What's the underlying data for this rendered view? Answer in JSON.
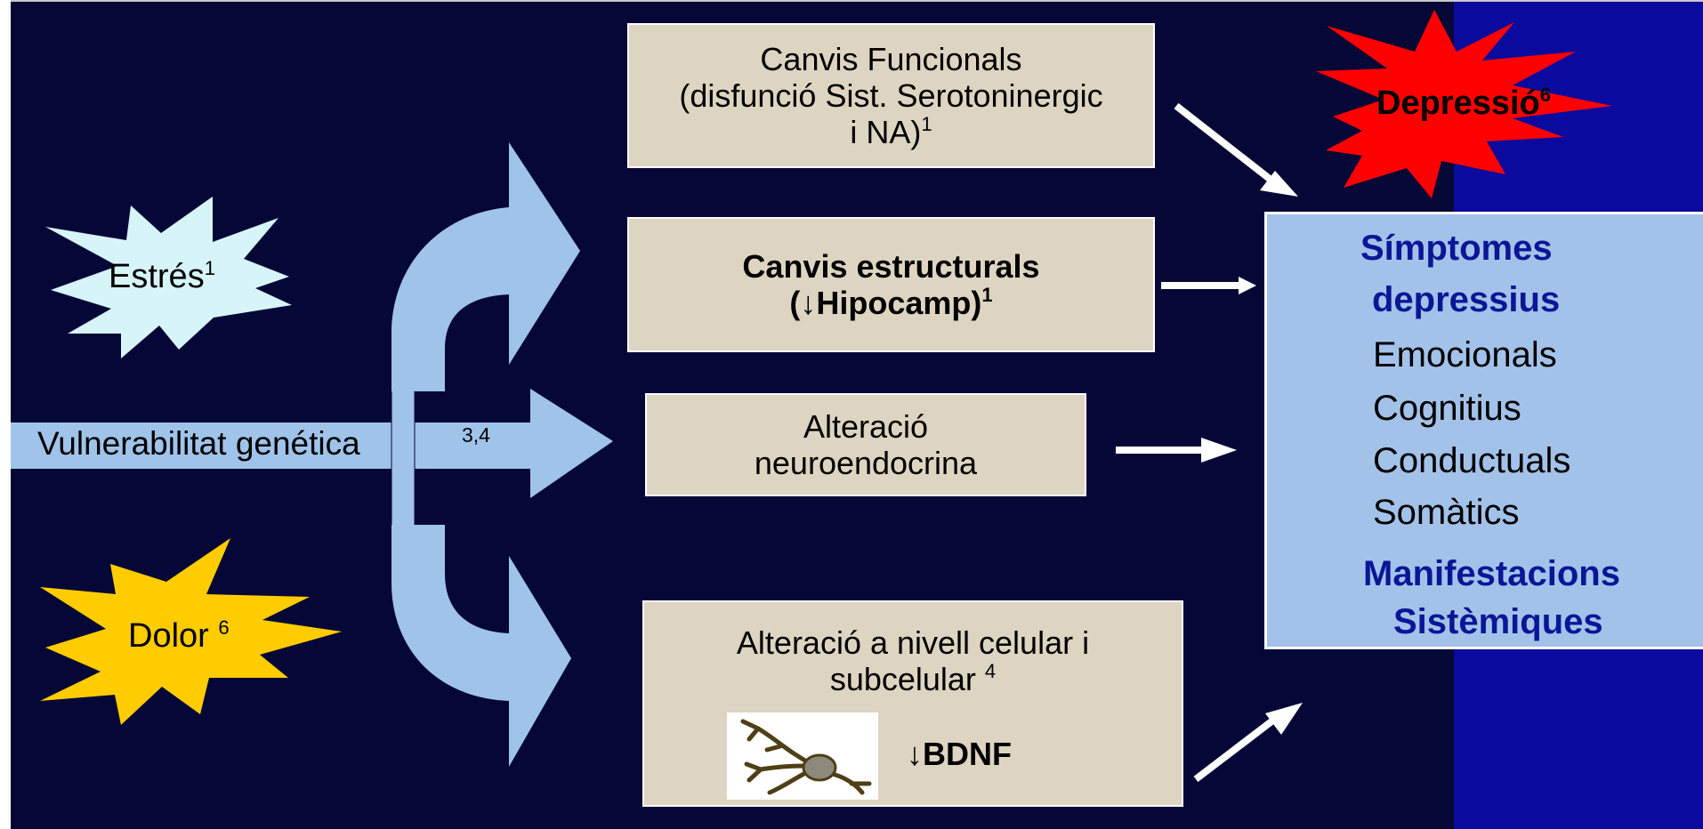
{
  "colors": {
    "background": "#050736",
    "right_band": "#0a0a9e",
    "arrow_fill": "#a0c3ea",
    "box_fill": "#ddd5c1",
    "symptoms_fill": "#a3c2e9",
    "stress_burst": "#d7f5f9",
    "pain_burst": "#ffcc00",
    "depression_burst": "#ff0000",
    "symptom_heading": "#0a1696"
  },
  "causes": {
    "stress": {
      "label": "Estrés",
      "sup": "1"
    },
    "genetic": {
      "label": "Vulnerabilitat genética",
      "sup": "3,4"
    },
    "pain": {
      "label": "Dolor ",
      "sup": "6"
    }
  },
  "changes": {
    "functional": {
      "line1": "Canvis Funcionals",
      "line2": "(disfunció Sist. Serotoninergic",
      "line3": "i  NA)",
      "sup": "1"
    },
    "structural": {
      "line1": "Canvis estructurals",
      "line2": "(↓Hipocamp)",
      "sup": "1"
    },
    "neuroendocrine": {
      "line1": "Alteració",
      "line2": "neuroendocrina"
    },
    "cellular": {
      "line1": "Alteració a nivell celular i",
      "line2": "subcelular ",
      "sup": "4",
      "marker": "↓BDNF",
      "image_icon": "neuron-icon"
    }
  },
  "outcome": {
    "depression": {
      "label": "Depressió",
      "sup": "6"
    },
    "symptoms": {
      "heading_line1": "Símptomes",
      "heading_line2": "depressius",
      "items": [
        "Emocionals",
        "Cognitius",
        "Conductuals",
        "Somàtics"
      ],
      "footer_line1": "Manifestacions",
      "footer_line2": "Sistèmiques"
    }
  }
}
